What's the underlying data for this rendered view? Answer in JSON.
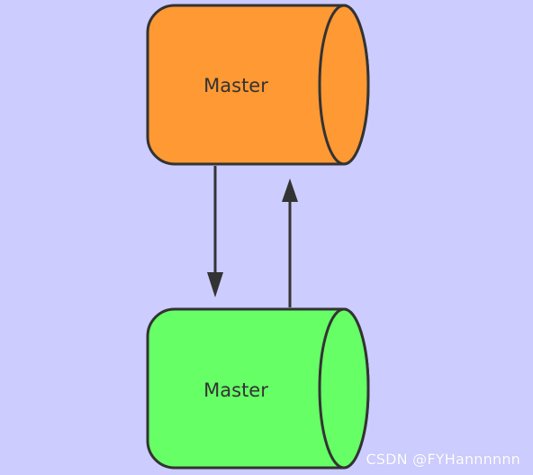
{
  "diagram": {
    "background_color": "#ccccff",
    "nodes": [
      {
        "id": "top",
        "label": "Master",
        "shape": "cylinder",
        "fill": "#ff9933",
        "stroke": "#333333"
      },
      {
        "id": "bottom",
        "label": "Master",
        "shape": "cylinder",
        "fill": "#66ff66",
        "stroke": "#333333"
      }
    ],
    "edges": [
      {
        "from": "top",
        "to": "bottom",
        "style": "arrow"
      },
      {
        "from": "bottom",
        "to": "top",
        "style": "arrow"
      }
    ]
  },
  "watermark": {
    "text": "CSDN @FYHannnnnn"
  }
}
